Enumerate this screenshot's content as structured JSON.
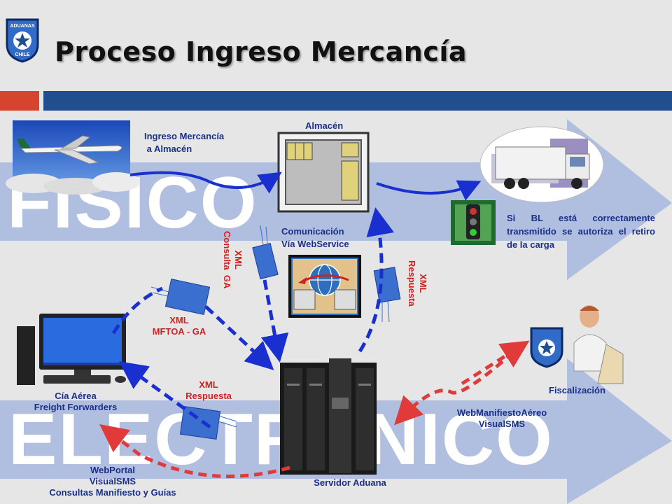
{
  "title": "Proceso Ingreso Mercancía",
  "logo_text_top": "ADUANAS",
  "logo_text_bottom": "CHILE",
  "band_top_word": "FISICO",
  "band_bottom_word": "ELECTRONICO",
  "labels": {
    "ingreso": "Ingreso Mercancía\n a Almacén",
    "almacen": "Almacén",
    "comunicacion": "Comunicación\nVía WebService",
    "xml_consulta": "XML\nConsulta  GA",
    "xml_respuesta_right": "XML\nRespuesta",
    "xml_mftoa": "XML\nMFTOA - GA",
    "xml_respuesta_left": "XML\nRespuesta",
    "cia_aerea": "Cía Aérea\nFreight Forwarders",
    "webportal": "WebPortal\nVisualSMS\nConsultas Manifiesto y Guías",
    "servidor": "Servidor Aduana",
    "webmanifiesto": "WebManifiestoAéreo\nVisualSMS",
    "fiscalizacion": "Fiscalización",
    "bl_note": "Si BL está correctamente transmitido se autoriza el retiro de la carga"
  },
  "colors": {
    "accent_red": "#d5442f",
    "accent_blue": "#1f4f8f",
    "band": "#b0bee0",
    "arrow_blue": "#1a2fd0",
    "arrow_red": "#e03a3a"
  }
}
